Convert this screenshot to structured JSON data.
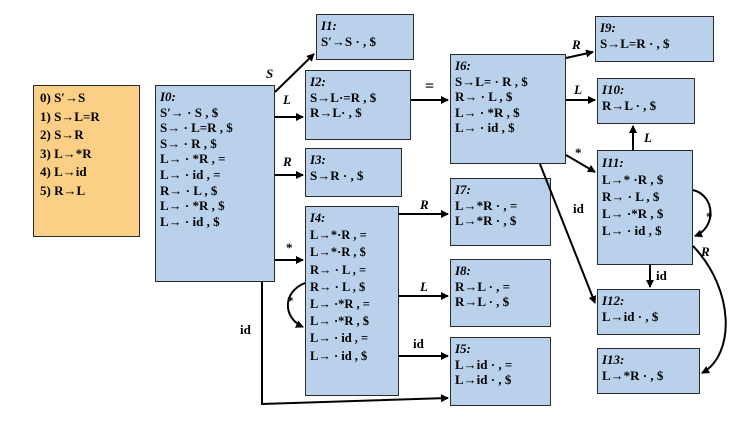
{
  "grammar": [
    "0) S′→S",
    "1) S→L=R",
    "2) S→R",
    "3) L→*R",
    "4) L→id",
    "5) R→L"
  ],
  "states": {
    "I0": {
      "title": "I0:",
      "items": [
        "S′→ · S , $",
        "S→ · L=R , $",
        "S→ · R , $",
        "L→ · *R , =",
        "L→ · id , =",
        "R→ · L , $",
        "L→ · *R , $",
        "L→ · id , $"
      ]
    },
    "I1": {
      "title": "I1:",
      "items": [
        "S′→S · , $"
      ]
    },
    "I2": {
      "title": "I2:",
      "items": [
        "S→L·=R , $",
        "R→L· , $"
      ]
    },
    "I3": {
      "title": "I3:",
      "items": [
        "S→R · , $"
      ]
    },
    "I4": {
      "title": "I4:",
      "items": [
        "L→*·R , =",
        "L→*·R , $",
        "R→ · L , =",
        "R→ · L , $",
        "L→ ·*R , =",
        "L→ ·*R , $",
        "L→ · id , =",
        "L→ · id , $"
      ]
    },
    "I5": {
      "title": "I5:",
      "items": [
        "L→id · , =",
        "L→id · , $"
      ]
    },
    "I6": {
      "title": "I6:",
      "items": [
        "S→L= · R , $",
        "R→ · L , $",
        "L→ · *R , $",
        "L→ · id , $"
      ]
    },
    "I7": {
      "title": "I7:",
      "items": [
        "L→*R · , =",
        "L→*R · , $"
      ]
    },
    "I8": {
      "title": "I8:",
      "items": [
        "R→L · , =",
        "R→L · , $"
      ]
    },
    "I9": {
      "title": "I9:",
      "items": [
        "S→L=R · , $"
      ]
    },
    "I10": {
      "title": "I10:",
      "items": [
        "R→L · , $"
      ]
    },
    "I11": {
      "title": "I11:",
      "items": [
        "L→* ·R , $",
        "R→ · L , $",
        "L→ ·*R , $",
        "L→ · id , $"
      ]
    },
    "I12": {
      "title": "I12:",
      "items": [
        "L→id · , $"
      ]
    },
    "I13": {
      "title": "I13:",
      "items": [
        "L→*R · , $"
      ]
    }
  },
  "edge_labels": {
    "s": "S",
    "l1": "L",
    "r1": "R",
    "star1": "*",
    "id1": "id",
    "eq": "=",
    "r2": "R",
    "l2": "L",
    "star2": "*",
    "id2": "id",
    "r3": "R",
    "l3": "L",
    "star3": "*",
    "id3": "id",
    "l4": "L",
    "star4": "*",
    "id4": "id",
    "r4": "R"
  },
  "colors": {
    "state_fill": "#b9d1ea",
    "grammar_fill": "#fbcf86",
    "stroke": "#000000"
  }
}
